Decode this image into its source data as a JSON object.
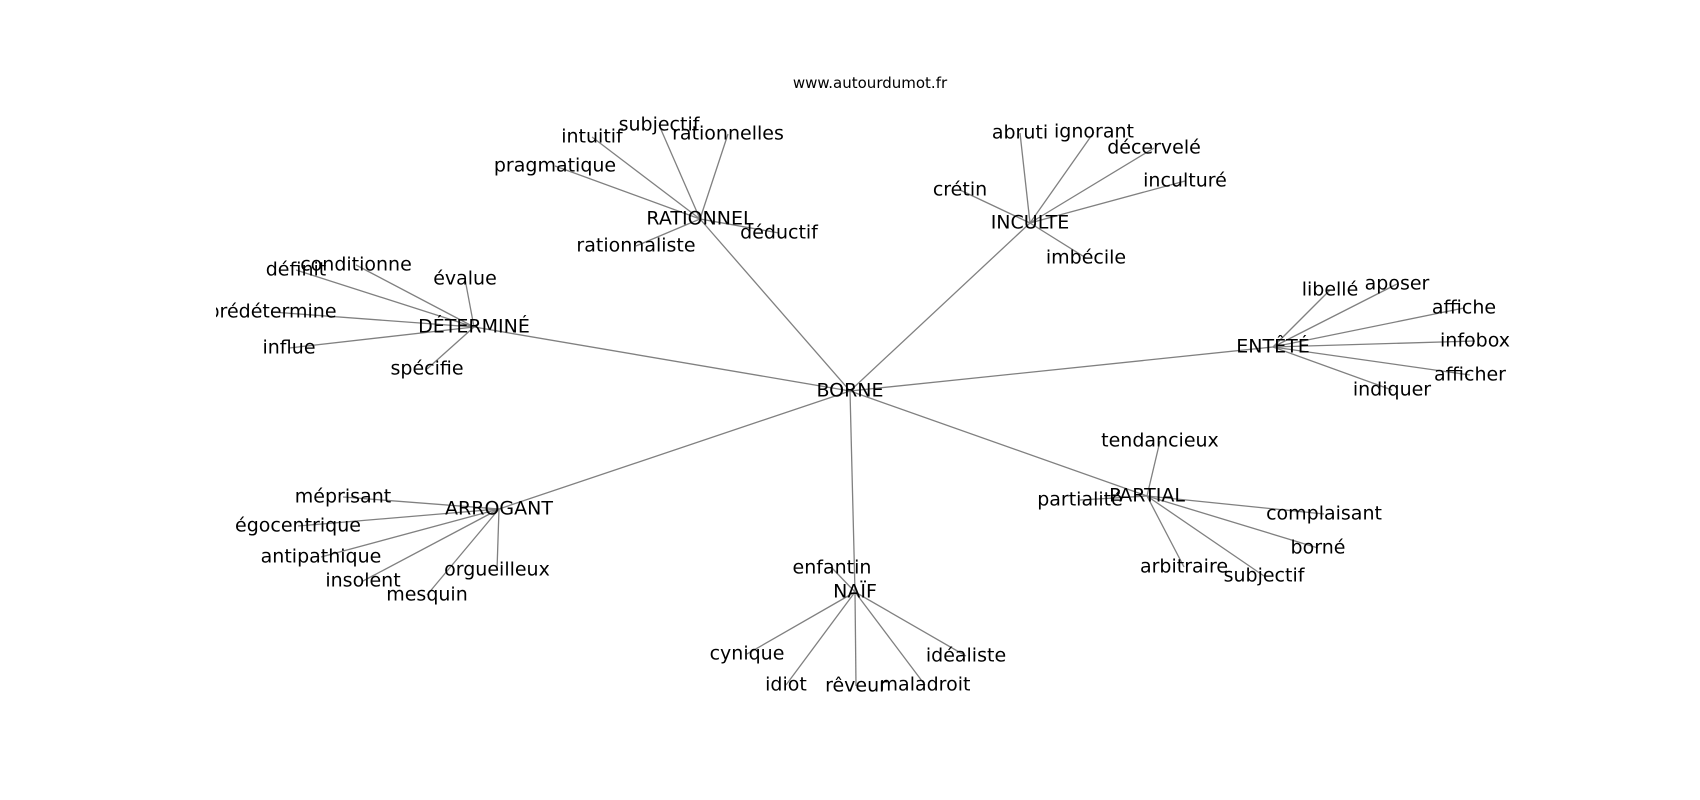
{
  "site": "www.autourdumot.fr",
  "style": {
    "edge_color": "#808080",
    "text_color": "#000000",
    "background": "#ffffff"
  },
  "graph": {
    "center": "BORNE",
    "clusters": [
      {
        "id": "rationnel",
        "label": "RATIONNEL",
        "leaves": [
          {
            "id": "subjectif-1",
            "label": "subjectif"
          },
          {
            "id": "intuitif",
            "label": "intuitif"
          },
          {
            "id": "rationnelles",
            "label": "rationnelles"
          },
          {
            "id": "pragmatique",
            "label": "pragmatique"
          },
          {
            "id": "deductif",
            "label": "déductif"
          },
          {
            "id": "rationnaliste",
            "label": "rationnaliste"
          }
        ]
      },
      {
        "id": "inculte",
        "label": "INCULTE",
        "leaves": [
          {
            "id": "abruti",
            "label": "abruti"
          },
          {
            "id": "ignorant",
            "label": "ignorant"
          },
          {
            "id": "decervele",
            "label": "décervelé"
          },
          {
            "id": "inculture",
            "label": "inculturé"
          },
          {
            "id": "cretin",
            "label": "crétin"
          },
          {
            "id": "imbecile",
            "label": "imbécile"
          }
        ]
      },
      {
        "id": "determine",
        "label": "DÉTERMINÉ",
        "leaves": [
          {
            "id": "definit",
            "label": "définit"
          },
          {
            "id": "conditionne",
            "label": "conditionne"
          },
          {
            "id": "evalue",
            "label": "évalue"
          },
          {
            "id": "predetermine",
            "label": "prédétermine"
          },
          {
            "id": "influe",
            "label": "influe"
          },
          {
            "id": "specifie",
            "label": "spécifie"
          }
        ]
      },
      {
        "id": "entete",
        "label": "ENTÊTÉ",
        "leaves": [
          {
            "id": "libelle",
            "label": "libellé"
          },
          {
            "id": "aposer",
            "label": "aposer"
          },
          {
            "id": "affiche",
            "label": "affiche"
          },
          {
            "id": "infobox",
            "label": "infobox"
          },
          {
            "id": "afficher",
            "label": "afficher"
          },
          {
            "id": "indiquer",
            "label": "indiquer"
          }
        ]
      },
      {
        "id": "arrogant",
        "label": "ARROGANT",
        "leaves": [
          {
            "id": "meprisant",
            "label": "méprisant"
          },
          {
            "id": "egocentrique",
            "label": "égocentrique"
          },
          {
            "id": "antipathique",
            "label": "antipathique"
          },
          {
            "id": "insolent",
            "label": "insolent"
          },
          {
            "id": "orgueilleux",
            "label": "orgueilleux"
          },
          {
            "id": "mesquin",
            "label": "mesquin"
          }
        ]
      },
      {
        "id": "partial",
        "label": "PARTIAL",
        "leaves": [
          {
            "id": "tendancieux",
            "label": "tendancieux"
          },
          {
            "id": "partialite",
            "label": "partialité"
          },
          {
            "id": "complaisant",
            "label": "complaisant"
          },
          {
            "id": "borne",
            "label": "borné"
          },
          {
            "id": "arbitraire",
            "label": "arbitraire"
          },
          {
            "id": "subjectif-2",
            "label": "subjectif"
          }
        ]
      },
      {
        "id": "naif",
        "label": "NAÏF",
        "leaves": [
          {
            "id": "enfantin",
            "label": "enfantin"
          },
          {
            "id": "cynique",
            "label": "cynique"
          },
          {
            "id": "idealiste",
            "label": "idéaliste"
          },
          {
            "id": "idiot",
            "label": "idiot"
          },
          {
            "id": "reveur",
            "label": "rêveur"
          },
          {
            "id": "maladroit",
            "label": "maladroit"
          }
        ]
      }
    ]
  }
}
